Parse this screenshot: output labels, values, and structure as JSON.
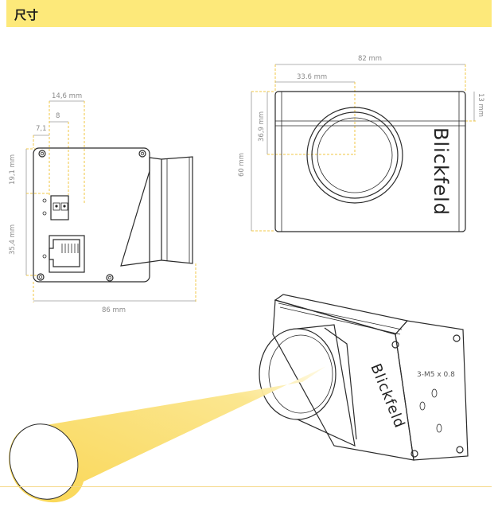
{
  "header": {
    "title": "尺寸"
  },
  "brand": "Blickfeld",
  "dimensions": {
    "side_hole_offset": "7,1",
    "side_8": "8",
    "side_14_6": "14,6 mm",
    "side_19_1": "19,1 mm",
    "side_35_4": "35,4 mm",
    "side_width": "86 mm",
    "front_width": "82 mm",
    "front_lens_offset": "33.6 mm",
    "front_36_9": "36,9 mm",
    "front_height": "60 mm",
    "front_13": "13 mm",
    "thread_label": "3-M5 x 0.8"
  },
  "colors": {
    "header": "#fde97a",
    "accent": "#f2c744",
    "beam": "#fbd84e"
  }
}
